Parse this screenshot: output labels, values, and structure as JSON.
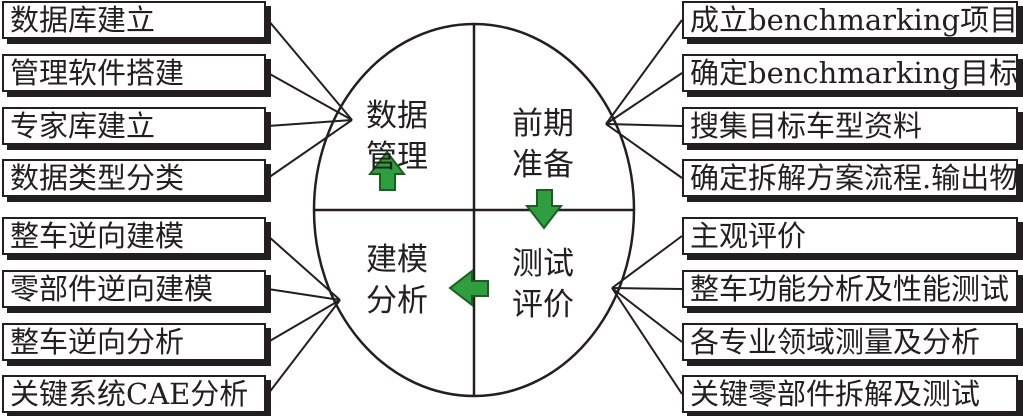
{
  "quadrants": {
    "top_left": [
      "数据",
      "管理"
    ],
    "top_right": [
      "前期",
      "准备"
    ],
    "bottom_right": [
      "测试",
      "评价"
    ],
    "bottom_left": [
      "建模",
      "分析"
    ]
  },
  "left_items": [
    "数据库建立",
    "管理软件搭建",
    "专家库建立",
    "数据类型分类",
    "整车逆向建模",
    "零部件逆向建模",
    "整车逆向分析",
    "关键系统CAE分析"
  ],
  "right_items": [
    "成立benchmarking项目组",
    "确定benchmarking目标车型",
    "搜集目标车型资料",
    "确定拆解方案流程.输出物等",
    "主观评价",
    "整车功能分析及性能测试",
    "各专业领域测量及分析",
    "关键零部件拆解及测试"
  ],
  "colors": {
    "arrow_fill": "#2e9e3e",
    "arrow_stroke": "#1b5e20",
    "line": "#231f20"
  }
}
